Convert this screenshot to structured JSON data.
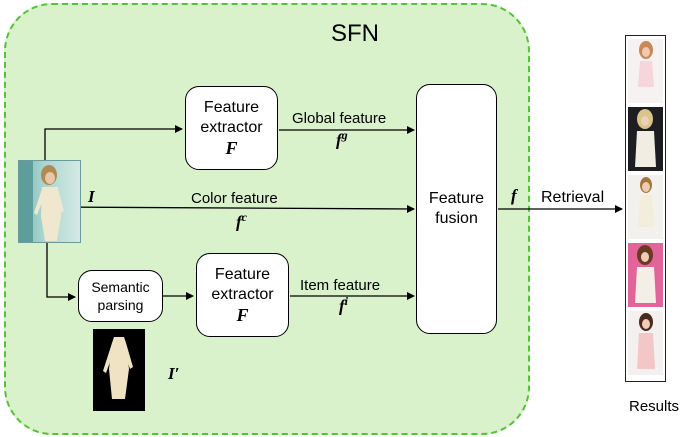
{
  "diagram": {
    "title": "SFN",
    "input_symbol": "I",
    "parsed_symbol": "I′",
    "boxes": {
      "feature_extractor_top": {
        "line1": "Feature",
        "line2": "extractor",
        "symbol": "F"
      },
      "feature_fusion": {
        "line1": "Feature",
        "line2": "fusion"
      },
      "semantic_parsing": {
        "line1": "Semantic",
        "line2": "parsing"
      },
      "feature_extractor_bottom": {
        "line1": "Feature",
        "line2": "extractor",
        "symbol": "F"
      }
    },
    "edges": {
      "global": {
        "label": "Global feature",
        "symbol_base": "f",
        "symbol_sup": "g"
      },
      "color": {
        "label": "Color feature",
        "symbol_base": "f",
        "symbol_sup": "c"
      },
      "item": {
        "label": "Item feature",
        "symbol_base": "f",
        "symbol_sup": "i"
      },
      "output": {
        "symbol": "f",
        "label": "Retrieval"
      }
    },
    "results_label": "Results",
    "colors": {
      "panel_fill": "#d9f2cc",
      "panel_border": "#56c236",
      "box_fill": "#ffffff",
      "stroke": "#000000"
    }
  }
}
